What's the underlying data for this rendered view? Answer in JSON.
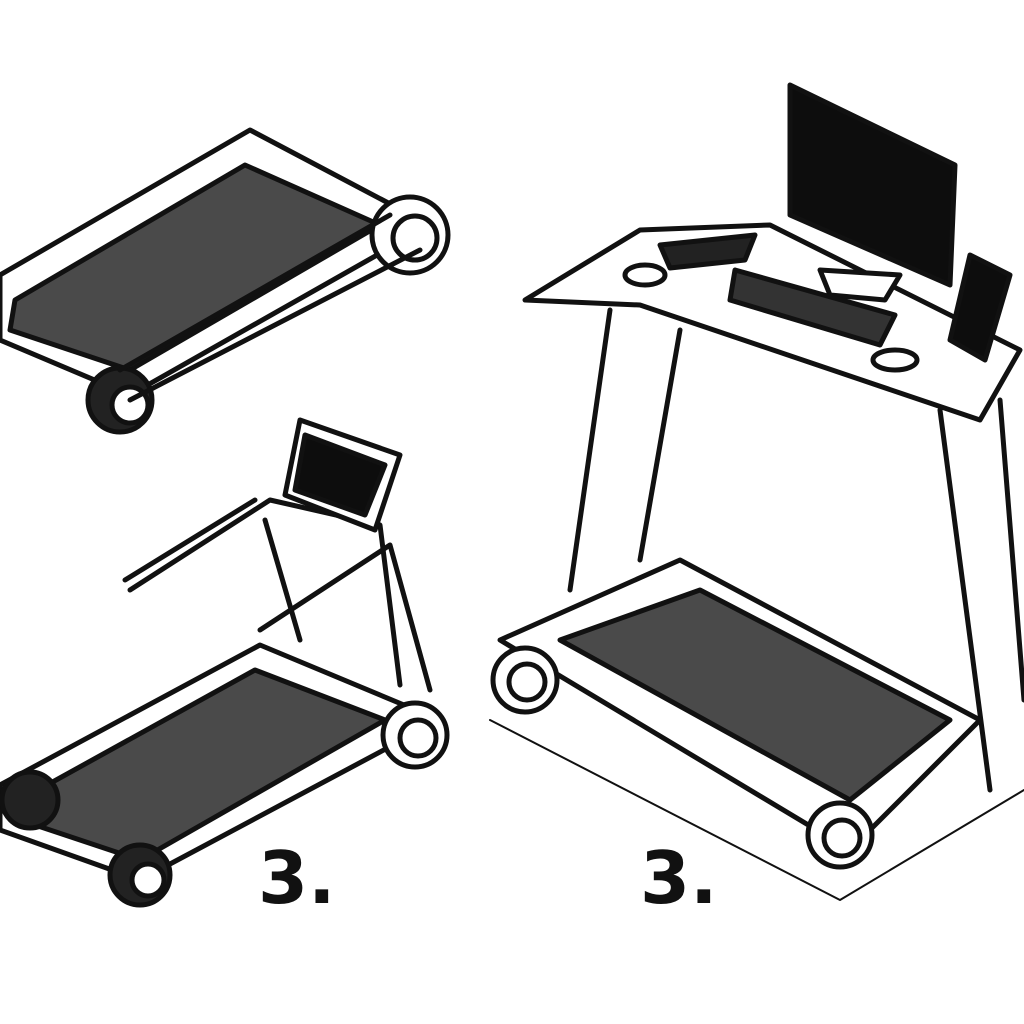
{
  "illustration": {
    "style": "black ink line-art sketch",
    "colors": {
      "ink": "#111111",
      "belt": "#4a4a4a",
      "screen": "#0d0d0d",
      "background": "#ffffff"
    },
    "items": [
      {
        "name": "folding-walking-pad",
        "description": "Compact treadmill deck without handrails"
      },
      {
        "name": "treadmill-with-console",
        "description": "Treadmill with handlebars and display console",
        "label": "3."
      },
      {
        "name": "desk-treadmill",
        "description": "Treadmill with standing desk, monitor, keyboard, mouse and phone",
        "label": "3."
      }
    ]
  },
  "labels": {
    "left": "3.",
    "right": "3."
  }
}
